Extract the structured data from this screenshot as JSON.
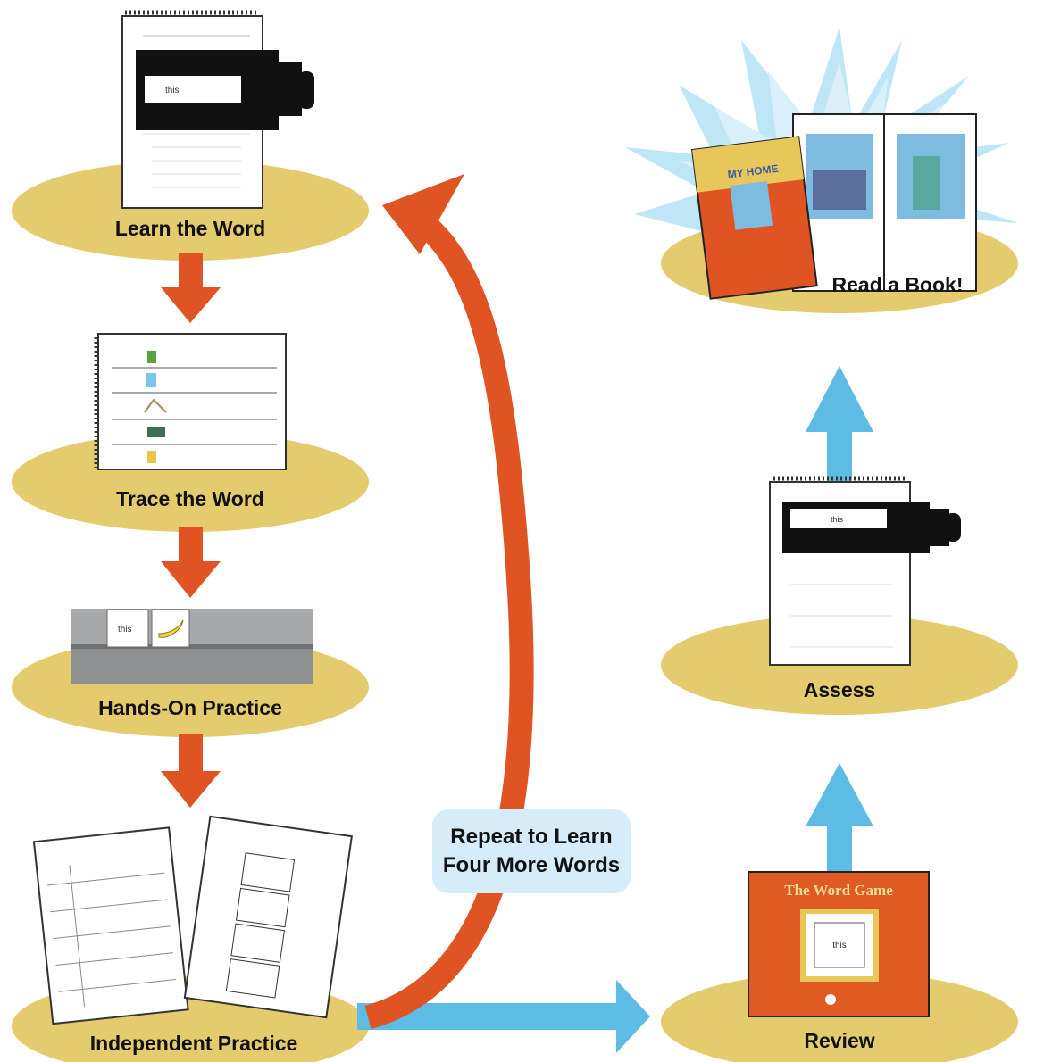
{
  "steps": [
    {
      "label": "Learn the Word"
    },
    {
      "label": "Trace the Word"
    },
    {
      "label": "Hands-On Practice"
    },
    {
      "label": "Independent Practice"
    },
    {
      "label": "Review"
    },
    {
      "label": "Assess"
    },
    {
      "label": "Read a Book!"
    }
  ],
  "loop_note": {
    "line1": "Repeat to Learn",
    "line2": "Four More Words"
  },
  "materials": {
    "flashcard_word": "this",
    "word_game_title": "The Word Game",
    "word_game_card": "this",
    "book_cover_title": "MY HOME"
  },
  "colors": {
    "platform": "#e3cb6e",
    "down_arrow": "#e05424",
    "loop_arrow": "#e05424",
    "up_arrow": "#5cbce3",
    "review_box": "#e05a24",
    "bubble": "#d6ecf8",
    "burst": "#a6ddf4"
  }
}
